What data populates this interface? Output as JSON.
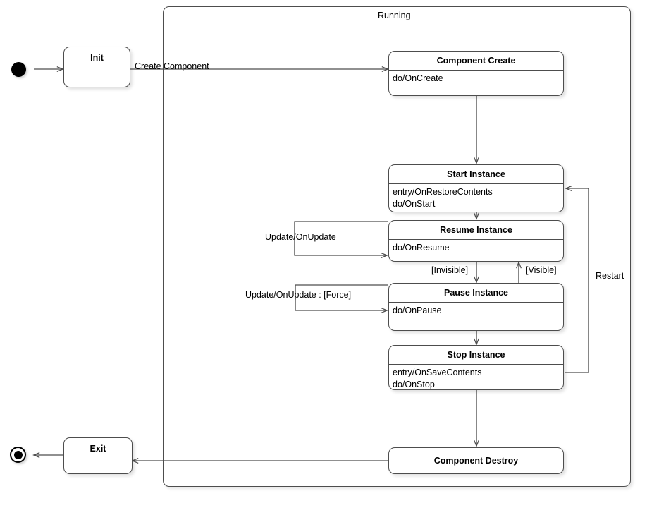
{
  "diagram": {
    "type": "uml-state-machine",
    "background": "#ffffff",
    "line_color": "#4d4d4d",
    "text_color": "#000000"
  },
  "composite": {
    "name": "Running"
  },
  "pseudostates": {
    "initial": "initial-state-node",
    "final": "final-state-node"
  },
  "ministates": [
    {
      "id": "init",
      "name": "Init"
    },
    {
      "id": "exit",
      "name": "Exit"
    }
  ],
  "states": [
    {
      "id": "component-create",
      "name": "Component Create",
      "activities": "do/OnCreate"
    },
    {
      "id": "start-instance",
      "name": "Start Instance",
      "activities": "entry/OnRestoreContents\ndo/OnStart"
    },
    {
      "id": "resume-instance",
      "name": "Resume Instance",
      "activities": "do/OnResume"
    },
    {
      "id": "pause-instance",
      "name": "Pause Instance",
      "activities": "do/OnPause"
    },
    {
      "id": "stop-instance",
      "name": "Stop Instance",
      "activities": "entry/OnSaveContents\ndo/OnStop"
    },
    {
      "id": "component-destroy",
      "name": "Component Destroy",
      "activities": ""
    }
  ],
  "transitions": [
    {
      "id": "start-to-init",
      "label": ""
    },
    {
      "id": "init-to-create",
      "label": "Create Component"
    },
    {
      "id": "create-to-start",
      "label": ""
    },
    {
      "id": "start-to-resume",
      "label": ""
    },
    {
      "id": "resume-self-update",
      "label": "Update/OnUpdate"
    },
    {
      "id": "resume-to-pause",
      "label": "[Invisible]"
    },
    {
      "id": "pause-to-resume",
      "label": "[Visible]"
    },
    {
      "id": "pause-self-update-force",
      "label": "Update/OnUpdate :  [Force]"
    },
    {
      "id": "pause-to-stop",
      "label": ""
    },
    {
      "id": "stop-to-start-restart",
      "label": "Restart"
    },
    {
      "id": "stop-to-destroy",
      "label": ""
    },
    {
      "id": "destroy-to-exit",
      "label": ""
    },
    {
      "id": "exit-to-final",
      "label": ""
    }
  ]
}
